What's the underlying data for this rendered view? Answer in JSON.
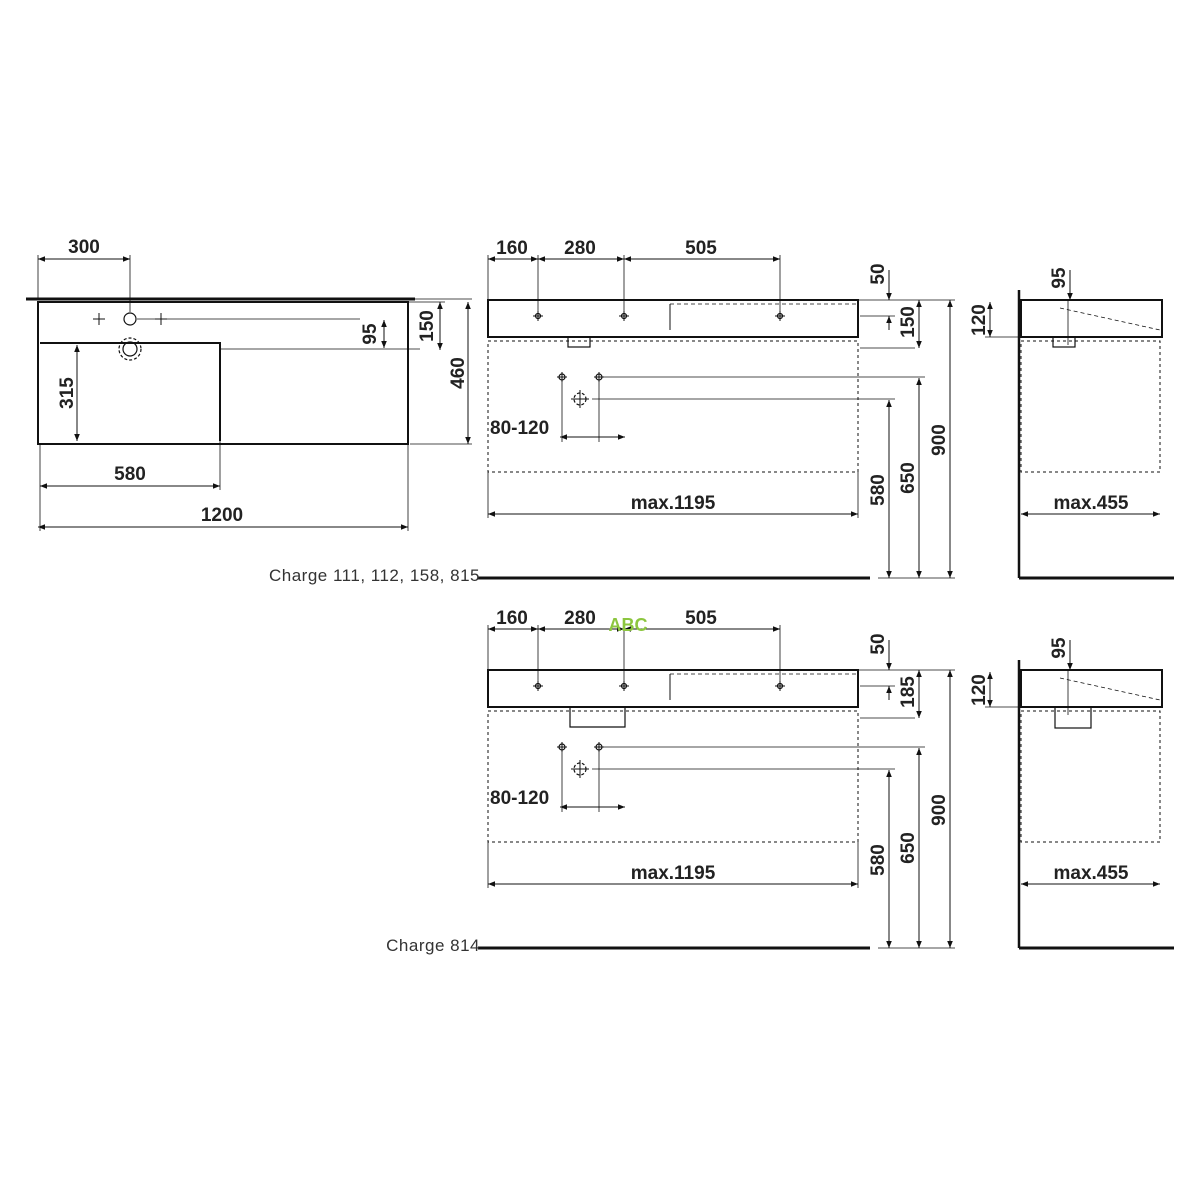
{
  "plan_view": {
    "dims": {
      "tap_offset": "300",
      "bowl_width": "580",
      "total_width": "1200",
      "bowl_depth": "315",
      "drain_offset": "95",
      "tap_to_bowl": "150",
      "total_depth": "460"
    }
  },
  "elevations": [
    {
      "charge_label": "Charge 111, 112, 158, 815",
      "dims": {
        "h1": "160",
        "h2": "280",
        "h3": "505",
        "rim": "50",
        "depth": "150",
        "supply_spacing": "80-120",
        "max_width": "max.1195",
        "drain_height": "580",
        "supply_height": "650",
        "mount_height": "900",
        "side_depth": "max.455",
        "side_tap": "95",
        "side_height": "120"
      }
    },
    {
      "charge_label": "Charge 814",
      "dims": {
        "h1": "160",
        "h2": "280",
        "h3": "505",
        "rim": "50",
        "depth": "185",
        "supply_spacing": "80-120",
        "max_width": "max.1195",
        "drain_height": "580",
        "supply_height": "650",
        "mount_height": "900",
        "side_depth": "max.455",
        "side_tap": "95",
        "side_height": "120"
      }
    }
  ],
  "watermark": "ABC",
  "colors": {
    "line": "#111111",
    "watermark": "#8cc63f"
  }
}
